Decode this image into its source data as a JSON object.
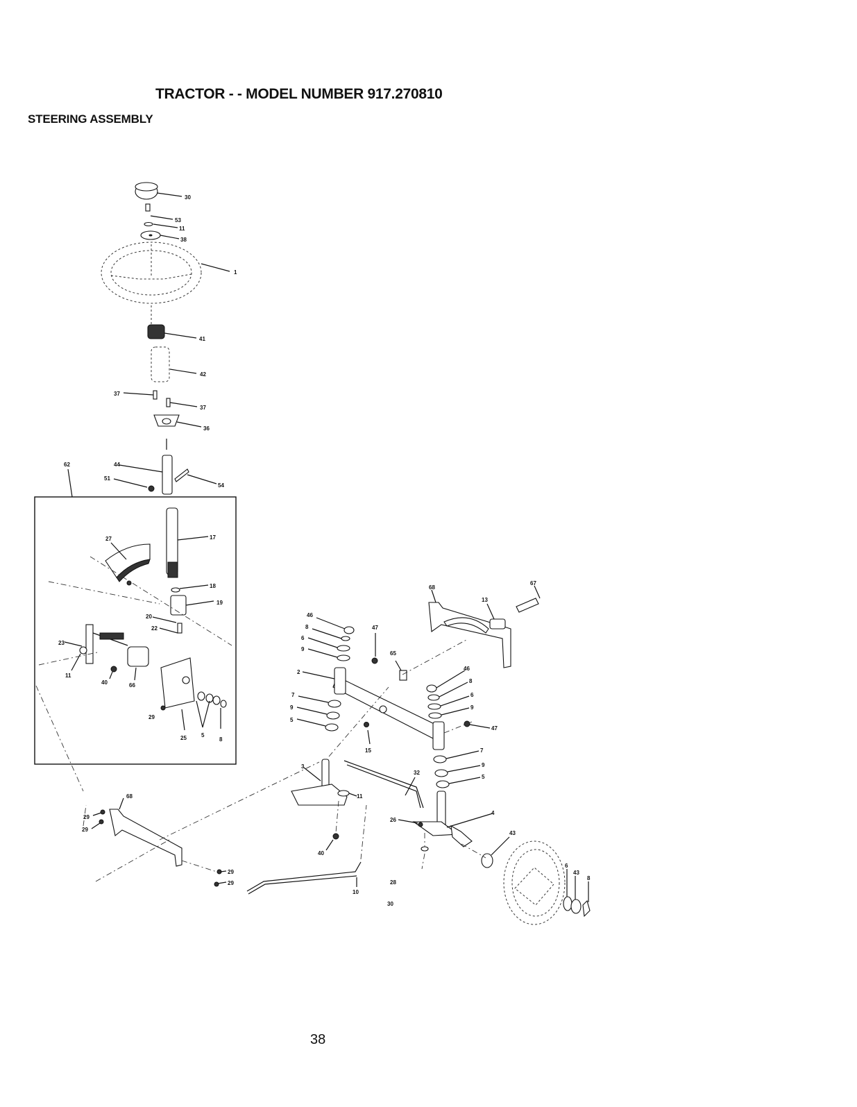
{
  "header": {
    "title": "TRACTOR - - MODEL NUMBER 917.270810",
    "subtitle": "STEERING ASSEMBLY"
  },
  "footer": {
    "page_number": "38"
  },
  "callouts": {
    "c30a": "30",
    "c53": "53",
    "c11a": "11",
    "c38": "38",
    "c1": "1",
    "c41": "41",
    "c42": "42",
    "c37a": "37",
    "c37b": "37",
    "c36": "36",
    "c62": "62",
    "c44": "44",
    "c51": "51",
    "c54": "54",
    "c27": "27",
    "c17": "17",
    "c18": "18",
    "c19": "19",
    "c20": "20",
    "c22": "22",
    "c23": "23",
    "c11b": "11",
    "c40a": "40",
    "c66a": "66",
    "c29a": "29",
    "c25": "25",
    "c5a": "5",
    "c8a": "8",
    "c46a": "46",
    "c8b": "8",
    "c6a": "6",
    "c9a": "9",
    "c47a": "47",
    "c65": "65",
    "c68a": "68",
    "c13": "13",
    "c67": "67",
    "c2": "2",
    "c7a": "7",
    "c9b": "9",
    "c5b": "5",
    "c15": "15",
    "c46b": "46",
    "c8c": "8",
    "c6b": "6",
    "c9c": "9",
    "c47b": "47",
    "c7b": "7",
    "c9d": "9",
    "c5c": "5",
    "c3": "3",
    "c32": "32",
    "c11c": "11",
    "c26": "26",
    "c4": "4",
    "c43a": "43",
    "c40b": "40",
    "c68b": "68",
    "c29b": "29",
    "c29c": "29",
    "c29d": "29",
    "c29e": "29",
    "c10": "10",
    "c28": "28",
    "c30b": "30",
    "c6c": "6",
    "c43b": "43",
    "c8d": "8"
  }
}
